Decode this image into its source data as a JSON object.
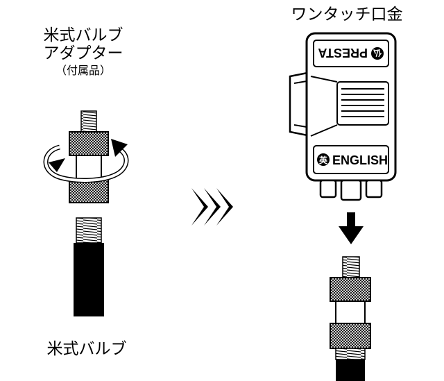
{
  "labels": {
    "adapter_title_line1": "米式バルブ",
    "adapter_title_line2": "アダプター",
    "adapter_subtitle": "（付属品）",
    "pump_head_title": "ワンタッチ口金",
    "valve_title": "米式バルブ"
  },
  "pump_head": {
    "side_top_label": "PRESTA",
    "side_bottom_label": "ENGLISH",
    "top_icon_char": "仏",
    "bottom_icon_char": "英"
  },
  "colors": {
    "ink": "#000000",
    "paper": "#ffffff",
    "knurl_grey": "#9a9a9a"
  }
}
